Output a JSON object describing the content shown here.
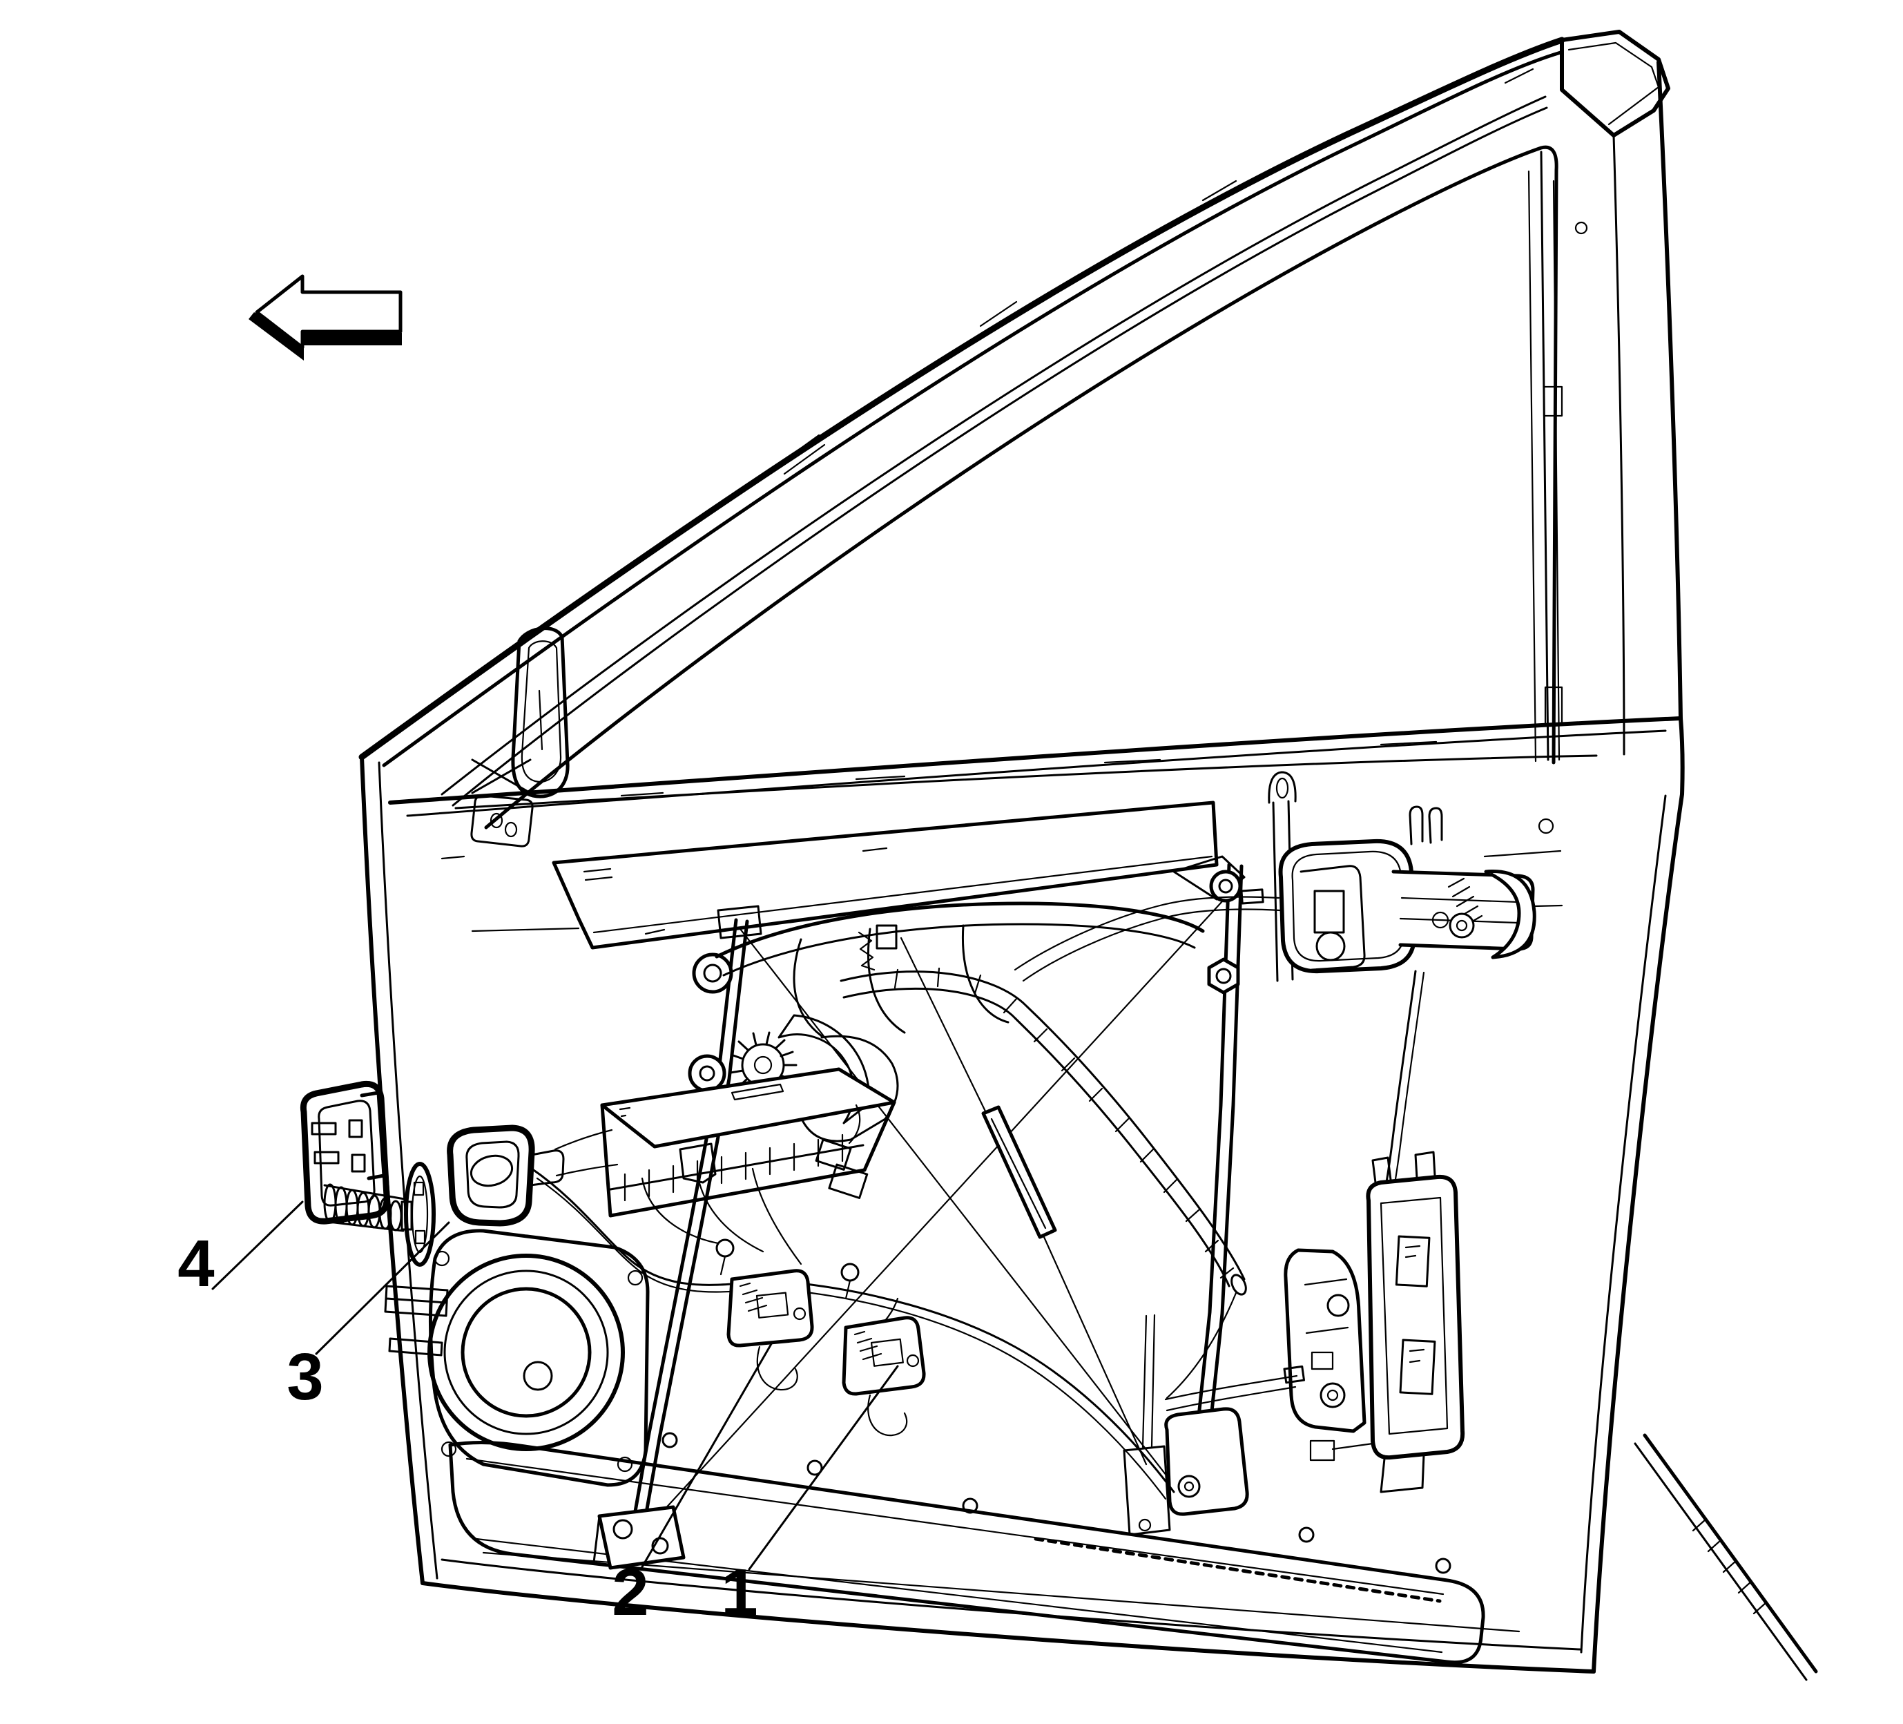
{
  "figure": {
    "background_color": "#ffffff",
    "line_color": "#000000",
    "arrow": {
      "icon": "arrow-left-icon"
    },
    "callouts": [
      {
        "label": "1"
      },
      {
        "label": "2"
      },
      {
        "label": "3"
      },
      {
        "label": "4"
      }
    ]
  }
}
